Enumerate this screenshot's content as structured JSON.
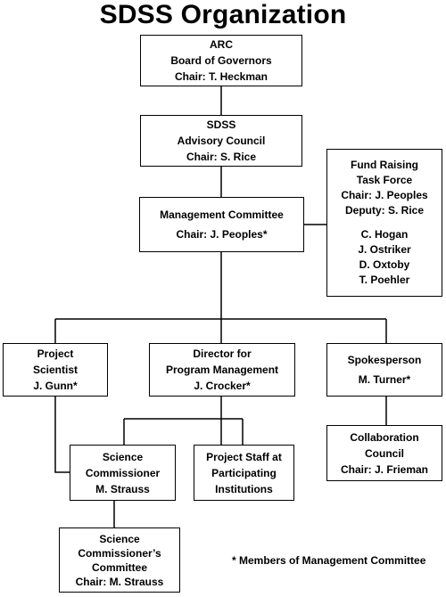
{
  "title": "SDSS Organization",
  "boxes": {
    "arc": {
      "line1": "ARC",
      "line2": "Board of Governors",
      "line3": "Chair: T. Heckman"
    },
    "advisory": {
      "line1": "SDSS",
      "line2": "Advisory Council",
      "line3": "Chair: S. Rice"
    },
    "management": {
      "line1": "Management Committee",
      "line2": "Chair: J. Peoples*"
    },
    "fundraising": {
      "line1": "Fund Raising",
      "line2": "Task Force",
      "line3": "Chair: J. Peoples",
      "line4": "Deputy: S. Rice",
      "members": [
        "C. Hogan",
        "J. Ostriker",
        "D. Oxtoby",
        "T. Poehler"
      ]
    },
    "scientist": {
      "line1": "Project",
      "line2": "Scientist",
      "line3": "J. Gunn*"
    },
    "director": {
      "line1": "Director for",
      "line2": "Program Management",
      "line3": "J. Crocker*"
    },
    "spokesperson": {
      "line1": "Spokesperson",
      "line2": "M. Turner*"
    },
    "commissioner": {
      "line1": "Science",
      "line2": "Commissioner",
      "line3": "M. Strauss"
    },
    "staff": {
      "line1": "Project Staff at",
      "line2": "Participating",
      "line3": "Institutions"
    },
    "collaboration": {
      "line1": "Collaboration",
      "line2": "Council",
      "line3": "Chair: J. Frieman"
    },
    "committee": {
      "line1": "Science",
      "line2": "Commissioner’s",
      "line3": "Committee",
      "line4": "Chair: M. Strauss"
    }
  },
  "footnote": "* Members of Management Committee"
}
